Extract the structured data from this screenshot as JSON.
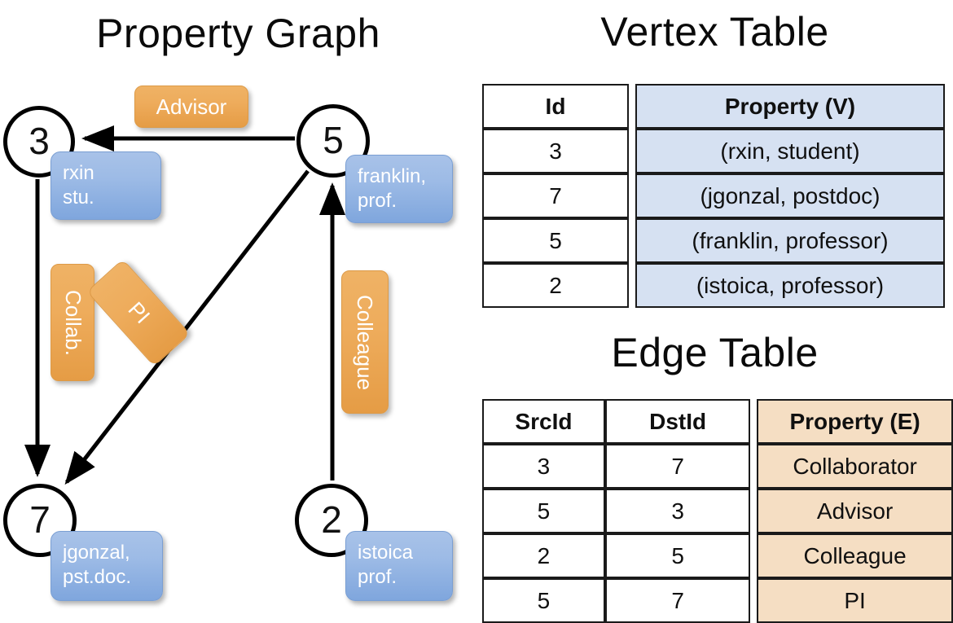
{
  "titles": {
    "graph": "Property Graph",
    "vertex_table": "Vertex Table",
    "edge_table": "Edge Table"
  },
  "graph": {
    "nodes": [
      {
        "id": "3",
        "property": "rxin\nstu.",
        "line1": "rxin",
        "line2": "stu."
      },
      {
        "id": "5",
        "property": "franklin, prof.",
        "line1": "franklin,",
        "line2": "prof."
      },
      {
        "id": "7",
        "property": "jgonzal, pst.doc.",
        "line1": "jgonzal,",
        "line2": "pst.doc."
      },
      {
        "id": "2",
        "property": "istoica prof.",
        "line1": "istoica",
        "line2": "prof."
      }
    ],
    "edge_labels": [
      {
        "name": "advisor",
        "text": "Advisor",
        "from": "5",
        "to": "3"
      },
      {
        "name": "collab",
        "text": "Collab.",
        "from": "3",
        "to": "7"
      },
      {
        "name": "pi",
        "text": "PI",
        "from": "5",
        "to": "7"
      },
      {
        "name": "colleague",
        "text": "Colleague",
        "from": "2",
        "to": "5"
      }
    ],
    "colors": {
      "node_stroke": "#000000",
      "vertex_property_box": "#9dbbe6",
      "edge_label_box": "#eeac5c",
      "edge_arrow": "#000000"
    }
  },
  "vertex_table": {
    "headers": [
      "Id",
      "Property (V)"
    ],
    "rows": [
      [
        "3",
        "(rxin, student)"
      ],
      [
        "7",
        "(jgonzal, postdoc)"
      ],
      [
        "5",
        "(franklin, professor)"
      ],
      [
        "2",
        "(istoica, professor)"
      ]
    ],
    "property_column_color": "#d6e1f2"
  },
  "edge_table": {
    "headers": [
      "SrcId",
      "DstId",
      "Property (E)"
    ],
    "rows": [
      [
        "3",
        "7",
        "Collaborator"
      ],
      [
        "5",
        "3",
        "Advisor"
      ],
      [
        "2",
        "5",
        "Colleague"
      ],
      [
        "5",
        "7",
        "PI"
      ]
    ],
    "property_column_color": "#f5dec3"
  }
}
